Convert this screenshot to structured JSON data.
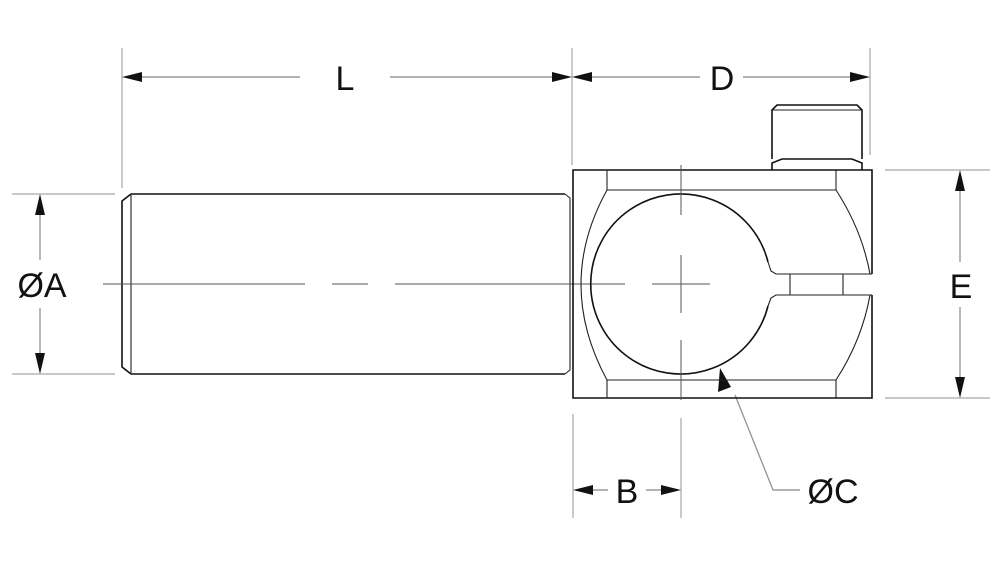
{
  "drawing": {
    "type": "technical dimension drawing",
    "subject": "shaft with split clamp block and cap screw",
    "dimensions": {
      "L": {
        "label": "L",
        "description": "shaft length"
      },
      "D": {
        "label": "D",
        "description": "clamp block depth"
      },
      "A": {
        "label": "ØA",
        "description": "shaft diameter"
      },
      "E": {
        "label": "E",
        "description": "clamp block height"
      },
      "B": {
        "label": "B",
        "description": "block edge to bore center"
      },
      "C": {
        "label": "ØC",
        "description": "clamp bore diameter"
      }
    },
    "colors": {
      "background": "#ffffff",
      "object_lines": "#111111",
      "dimension_lines": "#9a9a9a",
      "text": "#111111"
    }
  }
}
